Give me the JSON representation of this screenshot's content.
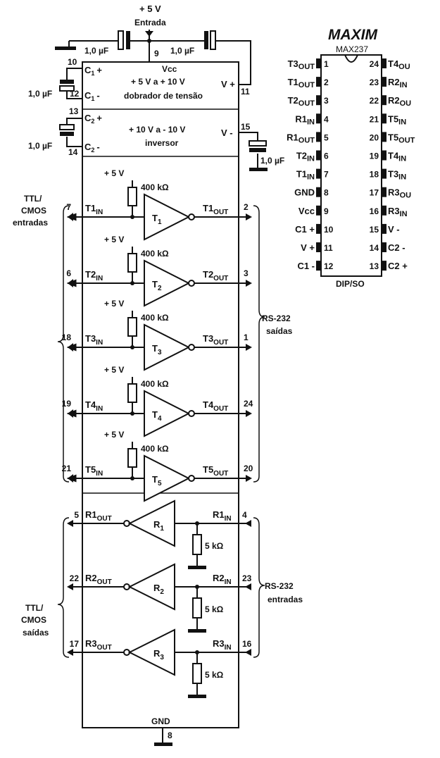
{
  "supply": {
    "top_voltage": "+ 5 V",
    "top_label": "Entrada",
    "cap_left": "1,0 µF",
    "cap_right": "1,0 µF",
    "pin_vcc_num": "9",
    "vcc": "Vcc"
  },
  "doubler": {
    "line1": "+ 5 V a + 10 V",
    "line2": "dobrador de tensão",
    "c1p": "C",
    "c1p_sub": "1",
    "c1p_sign": "+",
    "c1m": "C",
    "c1m_sub": "1",
    "c1m_sign": "-",
    "cap": "1,0 µF",
    "pin10": "10",
    "pin12": "12",
    "vplus": "V +",
    "pin11": "11"
  },
  "inverter": {
    "line1": "+ 10 V a - 10 V",
    "line2": "inversor",
    "c2p": "C",
    "c2p_sub": "2",
    "c2p_sign": "+",
    "c2m": "C",
    "c2m_sub": "2",
    "c2m_sign": "-",
    "cap": "1,0 µF",
    "pin13": "13",
    "pin14": "14",
    "vminus": "V -",
    "pin15": "15",
    "cap_right": "1,0 µF"
  },
  "drivers": [
    {
      "supply": "+ 5 V",
      "res": "400 kΩ",
      "in_pin": "7",
      "in_name": "T1",
      "in_sub": "IN",
      "amp": "T",
      "amp_sub": "1",
      "out_name": "T1",
      "out_sub": "OUT",
      "out_pin": "2"
    },
    {
      "supply": "+ 5 V",
      "res": "400 kΩ",
      "in_pin": "6",
      "in_name": "T2",
      "in_sub": "IN",
      "amp": "T",
      "amp_sub": "2",
      "out_name": "T2",
      "out_sub": "OUT",
      "out_pin": "3"
    },
    {
      "supply": "+ 5 V",
      "res": "400 kΩ",
      "in_pin": "18",
      "in_name": "T3",
      "in_sub": "IN",
      "amp": "T",
      "amp_sub": "3",
      "out_name": "T3",
      "out_sub": "OUT",
      "out_pin": "1"
    },
    {
      "supply": "+ 5 V",
      "res": "400 kΩ",
      "in_pin": "19",
      "in_name": "T4",
      "in_sub": "IN",
      "amp": "T",
      "amp_sub": "4",
      "out_name": "T4",
      "out_sub": "OUT",
      "out_pin": "24"
    },
    {
      "supply": "+ 5 V",
      "res": "400 kΩ",
      "in_pin": "21",
      "in_name": "T5",
      "in_sub": "IN",
      "amp": "T",
      "amp_sub": "5",
      "out_name": "T5",
      "out_sub": "OUT",
      "out_pin": "20"
    }
  ],
  "receivers": [
    {
      "out_pin": "5",
      "out_name": "R1",
      "out_sub": "OUT",
      "amp": "R",
      "amp_sub": "1",
      "in_name": "R1",
      "in_sub": "IN",
      "in_pin": "4",
      "res": "5 kΩ"
    },
    {
      "out_pin": "22",
      "out_name": "R2",
      "out_sub": "OUT",
      "amp": "R",
      "amp_sub": "2",
      "in_name": "R2",
      "in_sub": "IN",
      "in_pin": "23",
      "res": "5 kΩ"
    },
    {
      "out_pin": "17",
      "out_name": "R3",
      "out_sub": "OUT",
      "amp": "R",
      "amp_sub": "3",
      "in_name": "R3",
      "in_sub": "IN",
      "in_pin": "16",
      "res": "5 kΩ"
    }
  ],
  "groups": {
    "ttl_in_1": "TTL/",
    "ttl_in_2": "CMOS",
    "ttl_in_3": "entradas",
    "rs_out_1": "RS-232",
    "rs_out_2": "saídas",
    "ttl_out_1": "TTL/",
    "ttl_out_2": "CMOS",
    "ttl_out_3": "saídas",
    "rs_in_1": "RS-232",
    "rs_in_2": "entradas"
  },
  "gnd": {
    "label": "GND",
    "pin": "8"
  },
  "pinout": {
    "brand": "MAXIM",
    "part": "MAX237",
    "package": "DIP/SO",
    "left": [
      {
        "name": "T3",
        "sub": "OUT",
        "num": "1"
      },
      {
        "name": "T1",
        "sub": "OUT",
        "num": "2"
      },
      {
        "name": "T2",
        "sub": "OUT",
        "num": "3"
      },
      {
        "name": "R1",
        "sub": "IN",
        "num": "4"
      },
      {
        "name": "R1",
        "sub": "OUT",
        "num": "5"
      },
      {
        "name": "T2",
        "sub": "IN",
        "num": "6"
      },
      {
        "name": "T1",
        "sub": "IN",
        "num": "7"
      },
      {
        "name": "GND",
        "sub": "",
        "num": "8"
      },
      {
        "name": "Vcc",
        "sub": "",
        "num": "9"
      },
      {
        "name": "C1 +",
        "sub": "",
        "num": "10"
      },
      {
        "name": "V +",
        "sub": "",
        "num": "11"
      },
      {
        "name": "C1 -",
        "sub": "",
        "num": "12"
      }
    ],
    "right": [
      {
        "num": "24",
        "name": "T4",
        "sub": "OU"
      },
      {
        "num": "23",
        "name": "R2",
        "sub": "IN"
      },
      {
        "num": "22",
        "name": "R2",
        "sub": "OU"
      },
      {
        "num": "21",
        "name": "T5",
        "sub": "IN"
      },
      {
        "num": "20",
        "name": "T5",
        "sub": "OUT"
      },
      {
        "num": "19",
        "name": "T4",
        "sub": "IN"
      },
      {
        "num": "18",
        "name": "T3",
        "sub": "IN"
      },
      {
        "num": "17",
        "name": "R3",
        "sub": "OU"
      },
      {
        "num": "16",
        "name": "R3",
        "sub": "IN"
      },
      {
        "num": "15",
        "name": "V -",
        "sub": ""
      },
      {
        "num": "14",
        "name": "C2 -",
        "sub": ""
      },
      {
        "num": "13",
        "name": "C2 +",
        "sub": ""
      }
    ]
  }
}
